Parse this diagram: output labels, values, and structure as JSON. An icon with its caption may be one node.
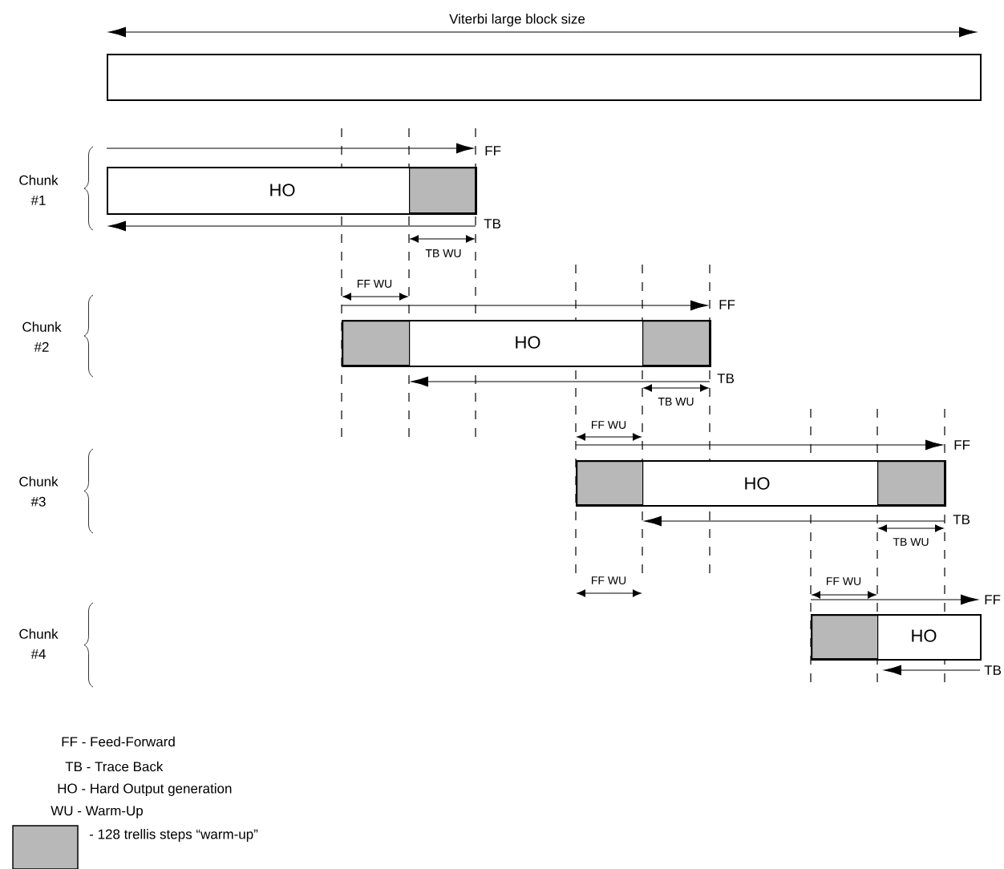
{
  "diagram": {
    "nodes": [
      {
        "text": [],
        "shape": "box"
      },
      {
        "text": [
          "HO"
        ]
      },
      {
        "text": [],
        "shape": "box",
        "in": 1
      },
      {
        "text": [
          "HO"
        ]
      },
      {
        "text": [],
        "shape": "box",
        "in": 3
      },
      {
        "text": [],
        "shape": "box",
        "in": 3
      },
      {
        "text": [
          "HO"
        ]
      },
      {
        "text": [],
        "shape": "box",
        "in": 6
      },
      {
        "text": [],
        "shape": "box",
        "in": 6
      },
      {
        "text": [
          "HO"
        ]
      },
      {
        "text": [],
        "shape": "box",
        "in": 9
      }
    ],
    "labels": [
      "Viterbi large block size",
      "Chunk #1",
      "FF",
      "TB",
      "TB WU",
      "FF WU",
      "Chunk #2",
      "FF",
      "TB",
      "TB WU",
      "FF WU",
      "Chunk #3",
      "FF",
      "TB",
      "TB WU",
      "FF WU",
      "FF WU",
      "Chunk #4",
      "FF",
      "TB",
      "FF - Feed-Forward",
      "TB - Trace Back",
      "HO - Hard Output generation",
      "WU - Warm-Up"
    ],
    "legend": [
      {
        "text": "- 128 trellis steps “warm-up”"
      }
    ]
  }
}
